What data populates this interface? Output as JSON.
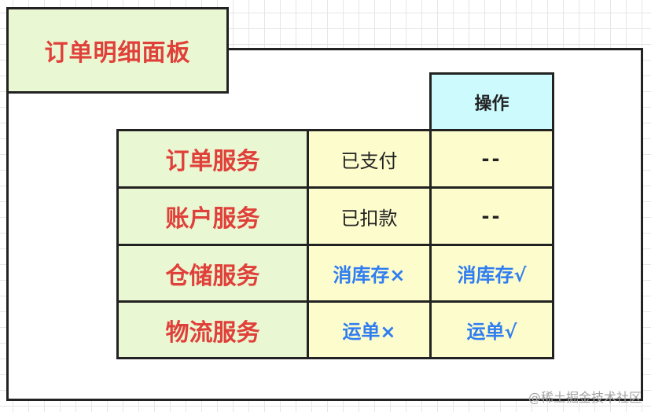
{
  "panel": {
    "title": "订单明细面板"
  },
  "table": {
    "header": "操作",
    "rows": [
      {
        "service": "订单服务",
        "status": "已支付",
        "operation": "--"
      },
      {
        "service": "账户服务",
        "status": "已扣款",
        "operation": "--"
      },
      {
        "service": "仓储服务",
        "status": "消库存×",
        "operation": "消库存√"
      },
      {
        "service": "物流服务",
        "status": "运单×",
        "operation": "运单√"
      }
    ]
  },
  "watermark": "@稀土掘金技术社区",
  "colors": {
    "title_text": "#e0403a",
    "service_bg": "#e9f7d2",
    "status_bg": "#fdfccd",
    "header_bg": "#ccfafd",
    "blue_text": "#2f7df0",
    "border": "#222222"
  }
}
